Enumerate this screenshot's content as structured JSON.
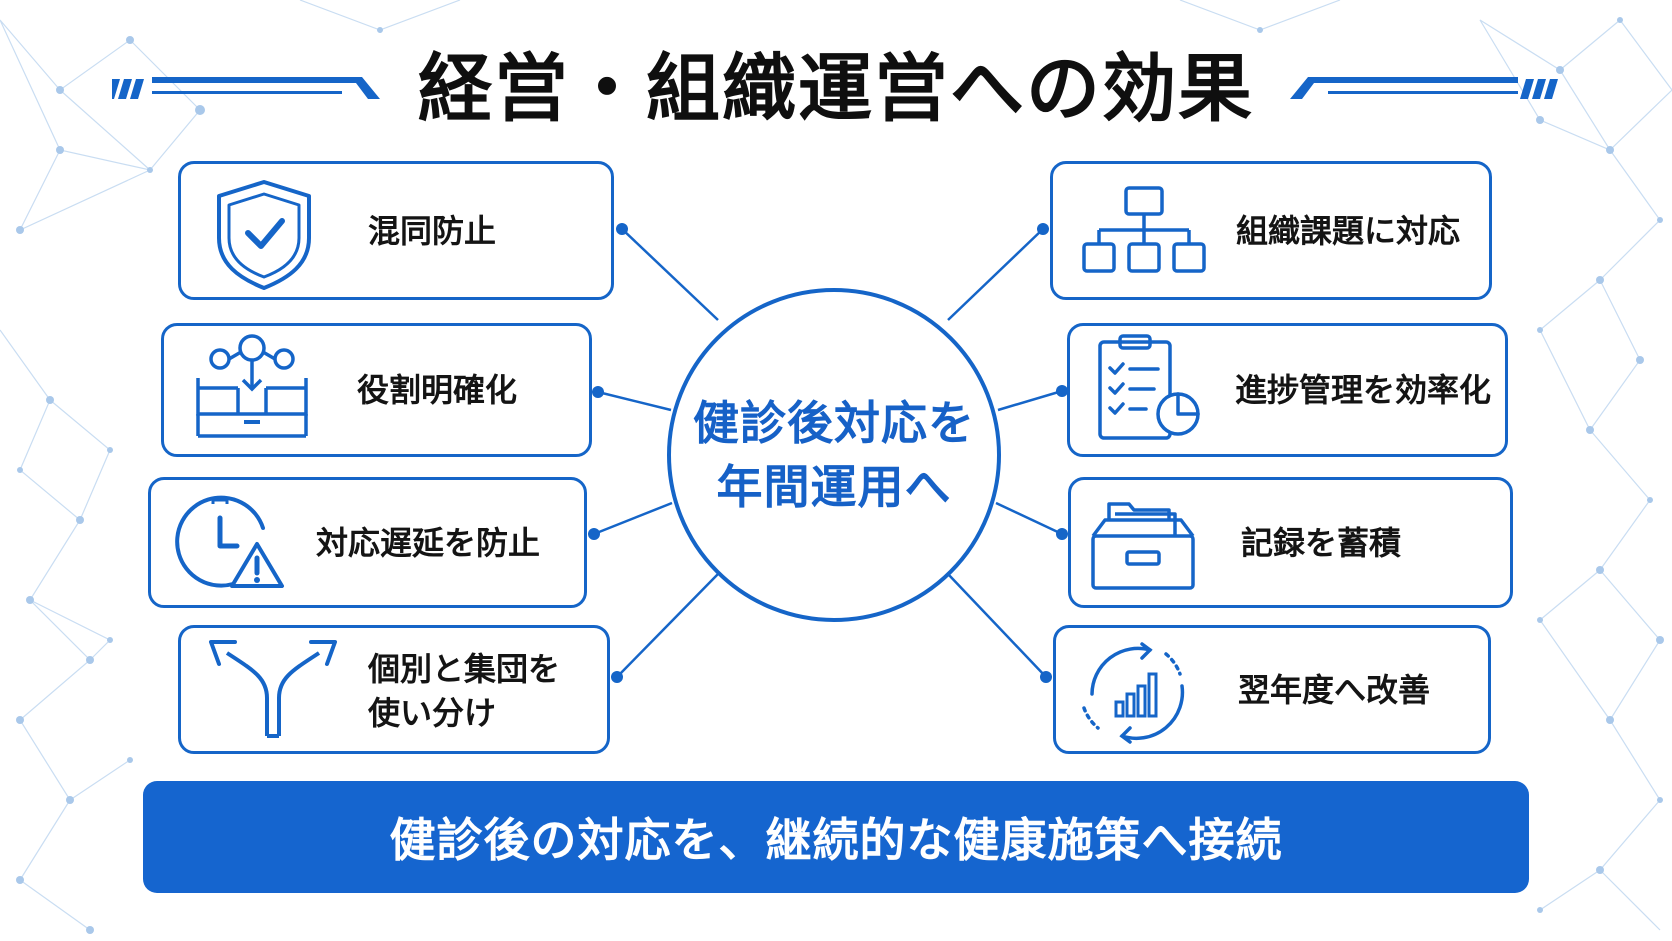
{
  "title": "経営・組織運営への効果",
  "center": {
    "line1": "健診後対応を",
    "line2": "年間運用へ"
  },
  "left_items": [
    {
      "label": "混同防止",
      "icon": "shield-check-icon"
    },
    {
      "label": "役割明確化",
      "icon": "role-assignment-icon"
    },
    {
      "label": "対応遅延を防止",
      "icon": "clock-warning-icon"
    },
    {
      "label_line1": "個別と集団を",
      "label_line2": "使い分け",
      "icon": "split-arrow-icon"
    }
  ],
  "right_items": [
    {
      "label": "組織課題に対応",
      "icon": "org-chart-icon"
    },
    {
      "label": "進捗管理を効率化",
      "icon": "checklist-pie-icon"
    },
    {
      "label": "記録を蓄積",
      "icon": "file-drawer-icon"
    },
    {
      "label": "翌年度へ改善",
      "icon": "improvement-cycle-icon"
    }
  ],
  "banner": "健診後の対応を、継続的な健康施策へ接続",
  "colors": {
    "accent": "#1565c8",
    "banner": "#1565cf",
    "title": "#0f0f0f",
    "background": "#ffffff"
  }
}
